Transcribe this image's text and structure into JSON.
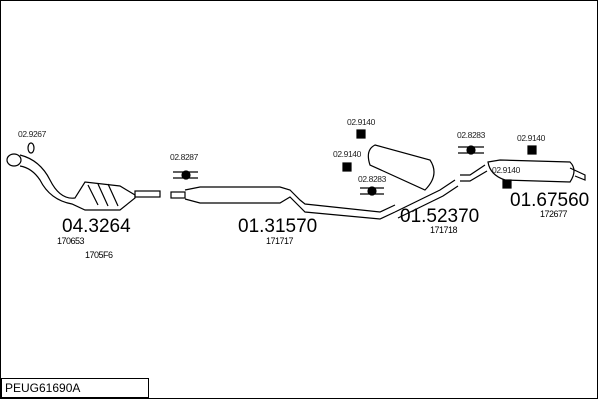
{
  "diagram_code": "PEUG61690A",
  "parts": [
    {
      "number": "04.3264",
      "refs": [
        "170653",
        "1705F6"
      ]
    },
    {
      "number": "01.31570",
      "refs": [
        "171717"
      ]
    },
    {
      "number": "01.52370",
      "refs": [
        "171718"
      ]
    },
    {
      "number": "01.67560",
      "refs": [
        "172677"
      ]
    }
  ],
  "accessories": [
    "02.9267",
    "02.8287",
    "02.9140",
    "02.9140",
    "02.8283",
    "02.8283",
    "02.9140",
    "02.9140"
  ]
}
